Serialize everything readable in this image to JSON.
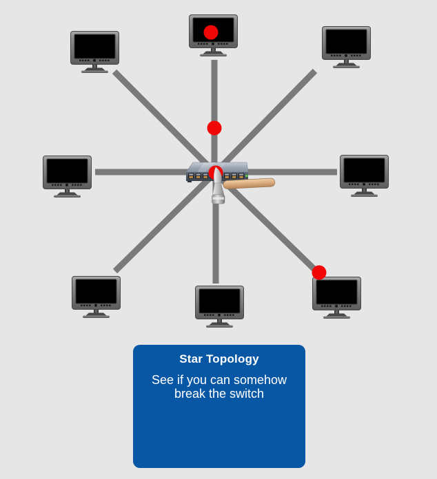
{
  "scene": {
    "background_color": "#e6e6e6"
  },
  "topology": {
    "type": "star",
    "hub": "network switch",
    "computer_count": 8,
    "cable_count": 8,
    "cable_color": "#7a7a7a",
    "packet_color": "#f20707",
    "packet_count": 4,
    "packet_locations": [
      "top-computer-screen",
      "top-cable",
      "switch-center",
      "bottom-right-cable-end"
    ],
    "switch_led_color": "#54c14c",
    "icons": {
      "computer": "computer-monitor-icon",
      "hub": "network-switch-icon",
      "tool": "hammer-icon"
    }
  },
  "info_box": {
    "title": "Star Topology",
    "description_line1": "See if you can somehow",
    "description_line2": "break the switch",
    "background_color": "#0757a5",
    "text_color": "#ffffff"
  }
}
